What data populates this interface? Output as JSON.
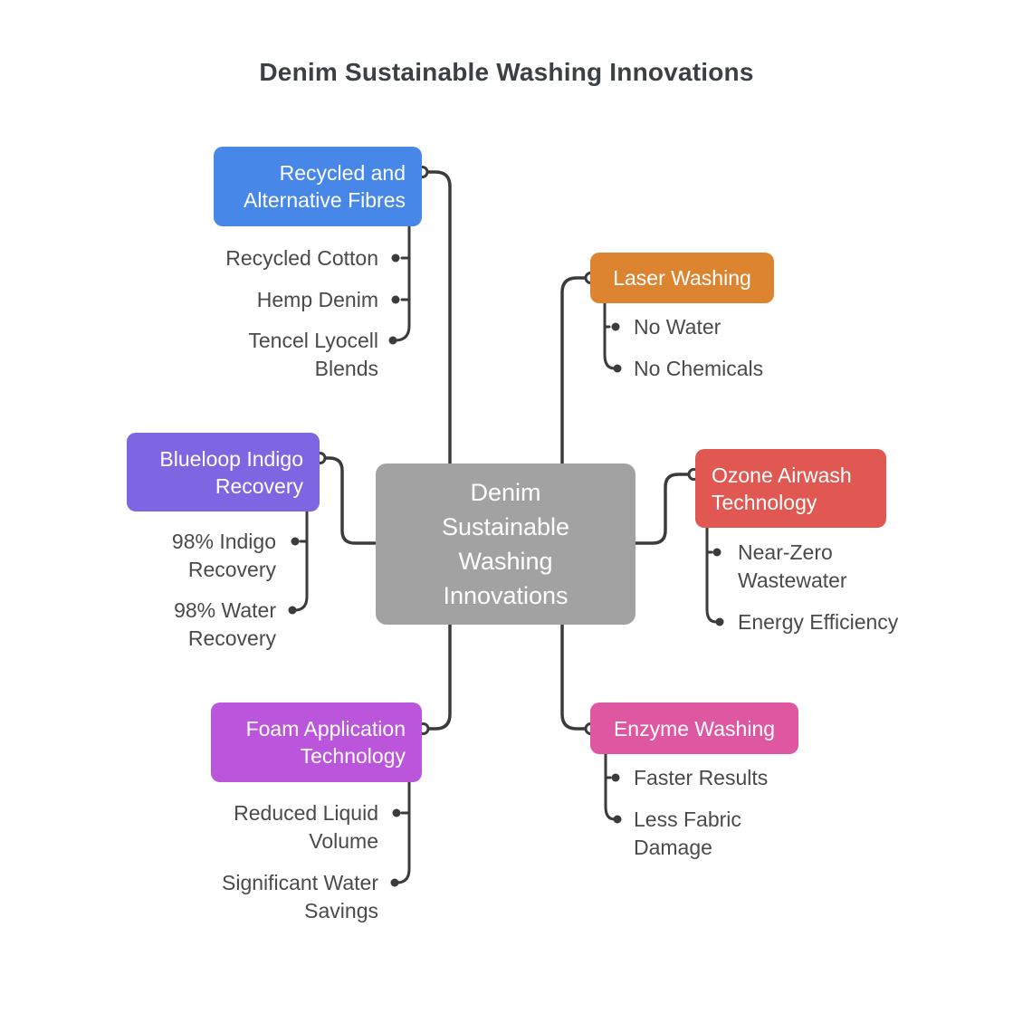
{
  "title": "Denim Sustainable Washing Innovations",
  "diagram": {
    "line_color": "#3B3B3B",
    "leaf_text_color": "#4A4A4A",
    "title_color": "#3C4043",
    "background": "#FFFFFF"
  },
  "center": {
    "label": "Denim Sustainable Washing Innovations",
    "lines": [
      "Denim",
      "Sustainable",
      "Washing",
      "Innovations"
    ],
    "color": "#A2A2A2"
  },
  "branches": [
    {
      "label": "Recycled and Alternative Fibres",
      "color": "#4687E8",
      "side": "top-left",
      "children": [
        "Recycled Cotton",
        "Hemp Denim",
        "Tencel Lyocell Blends"
      ]
    },
    {
      "label": "Laser Washing",
      "color": "#DD8430",
      "side": "top-right",
      "children": [
        "No Water",
        "No Chemicals"
      ]
    },
    {
      "label": "Blueloop Indigo Recovery",
      "color": "#7E66E3",
      "side": "mid-left",
      "children": [
        "98% Indigo Recovery",
        "98% Water Recovery"
      ]
    },
    {
      "label": "Ozone Airwash Technology",
      "color": "#E15752",
      "side": "mid-right",
      "children": [
        "Near-Zero Wastewater",
        "Energy Efficiency"
      ]
    },
    {
      "label": "Foam Application Technology",
      "color": "#BB55DB",
      "side": "bottom-left",
      "children": [
        "Reduced Liquid Volume",
        "Significant Water Savings"
      ]
    },
    {
      "label": "Enzyme Washing",
      "color": "#DF57A0",
      "side": "bottom-right",
      "children": [
        "Faster Results",
        "Less Fabric Damage"
      ]
    }
  ]
}
